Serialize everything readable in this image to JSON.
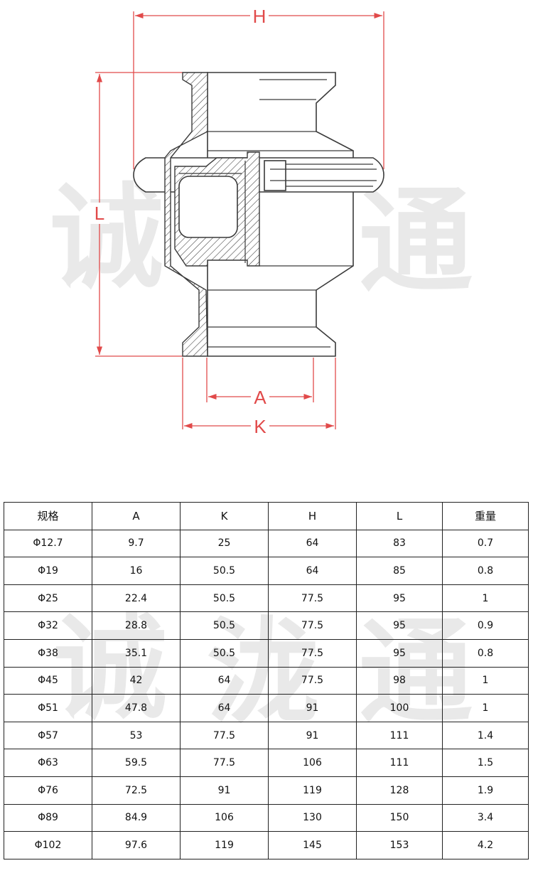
{
  "diagram": {
    "dimension_labels": {
      "h": "H",
      "l": "L",
      "a": "A",
      "k": "K"
    },
    "watermark": [
      "诚",
      "泷",
      "通"
    ]
  },
  "table": {
    "headers": [
      "规格",
      "A",
      "K",
      "H",
      "L",
      "重量"
    ],
    "rows": [
      [
        "Φ12.7",
        "9.7",
        "25",
        "64",
        "83",
        "0.7"
      ],
      [
        "Φ19",
        "16",
        "50.5",
        "64",
        "85",
        "0.8"
      ],
      [
        "Φ25",
        "22.4",
        "50.5",
        "77.5",
        "95",
        "1"
      ],
      [
        "Φ32",
        "28.8",
        "50.5",
        "77.5",
        "95",
        "0.9"
      ],
      [
        "Φ38",
        "35.1",
        "50.5",
        "77.5",
        "95",
        "0.8"
      ],
      [
        "Φ45",
        "42",
        "64",
        "77.5",
        "98",
        "1"
      ],
      [
        "Φ51",
        "47.8",
        "64",
        "91",
        "100",
        "1"
      ],
      [
        "Φ57",
        "53",
        "77.5",
        "91",
        "111",
        "1.4"
      ],
      [
        "Φ63",
        "59.5",
        "77.5",
        "106",
        "111",
        "1.5"
      ],
      [
        "Φ76",
        "72.5",
        "91",
        "119",
        "128",
        "1.9"
      ],
      [
        "Φ89",
        "84.9",
        "106",
        "130",
        "150",
        "3.4"
      ],
      [
        "Φ102",
        "97.6",
        "119",
        "145",
        "153",
        "4.2"
      ]
    ]
  },
  "colors": {
    "dimension": "#e14a4a",
    "line": "#3a3a3a",
    "watermark": "#e9e9e9"
  }
}
